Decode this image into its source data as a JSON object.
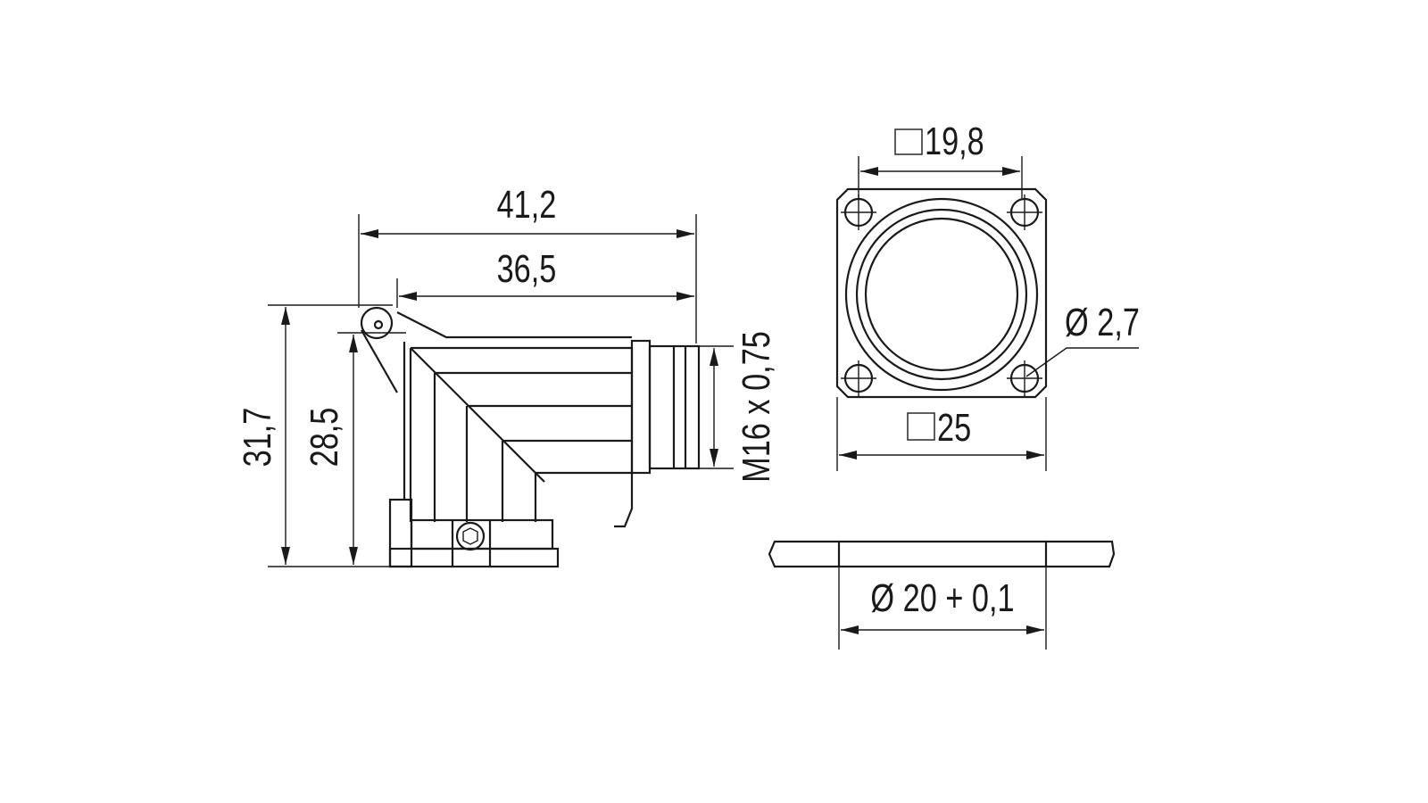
{
  "dimensions": {
    "overall_length": "41,2",
    "body_length": "36,5",
    "overall_height": "31,7",
    "body_height": "28,5",
    "thread": "M16 x 0,75",
    "hole_spacing": "19,8",
    "flange_size": "25",
    "hole_diameter": "Ø 2,7",
    "cutout_diameter": "Ø 20 + 0,1"
  },
  "colors": {
    "line": "#1a1a1a",
    "background": "#ffffff"
  }
}
